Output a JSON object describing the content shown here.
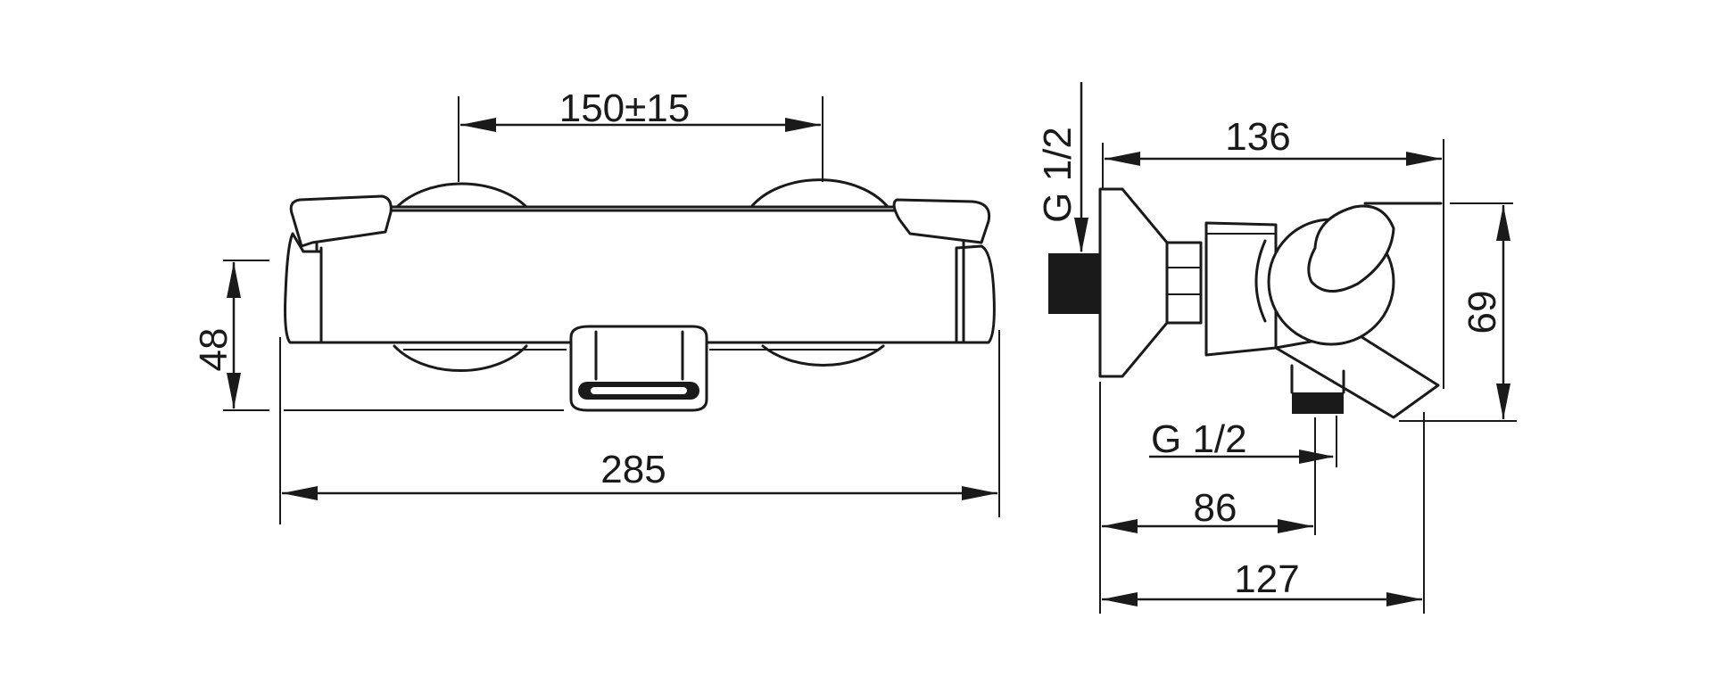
{
  "front_view": {
    "dims": {
      "centers": "150±15",
      "height": "48",
      "width": "285"
    }
  },
  "side_view": {
    "dims": {
      "inlet_thread": "G 1/2",
      "depth": "136",
      "height": "69",
      "outlet_thread": "G 1/2",
      "outlet_offset": "86",
      "body_depth": "127"
    }
  }
}
